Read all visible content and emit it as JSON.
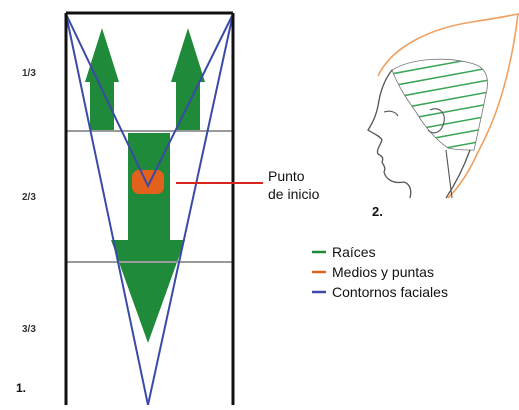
{
  "diagram": {
    "thirds": [
      "1/3",
      "2/3",
      "3/3"
    ],
    "figure1_number": "1.",
    "figure2_number": "2.",
    "start_point_label": [
      "Punto",
      "de inicio"
    ],
    "legend": [
      {
        "key": "roots",
        "label": "Raíces",
        "color": "#1e8a3a"
      },
      {
        "key": "mids",
        "label": "Medios y puntas",
        "color": "#e2621b"
      },
      {
        "key": "contours",
        "label": "Contornos faciales",
        "color": "#3a4aa6"
      }
    ],
    "colors": {
      "frame": "#111111",
      "divider": "#9a9a9a",
      "green": "#1e8a3a",
      "orange": "#e2621b",
      "blue": "#3a4aa6",
      "red": "#d9261c",
      "hatch": "#3aa556",
      "head_outline": "#555555",
      "hair_outline": "#f0a060"
    }
  }
}
